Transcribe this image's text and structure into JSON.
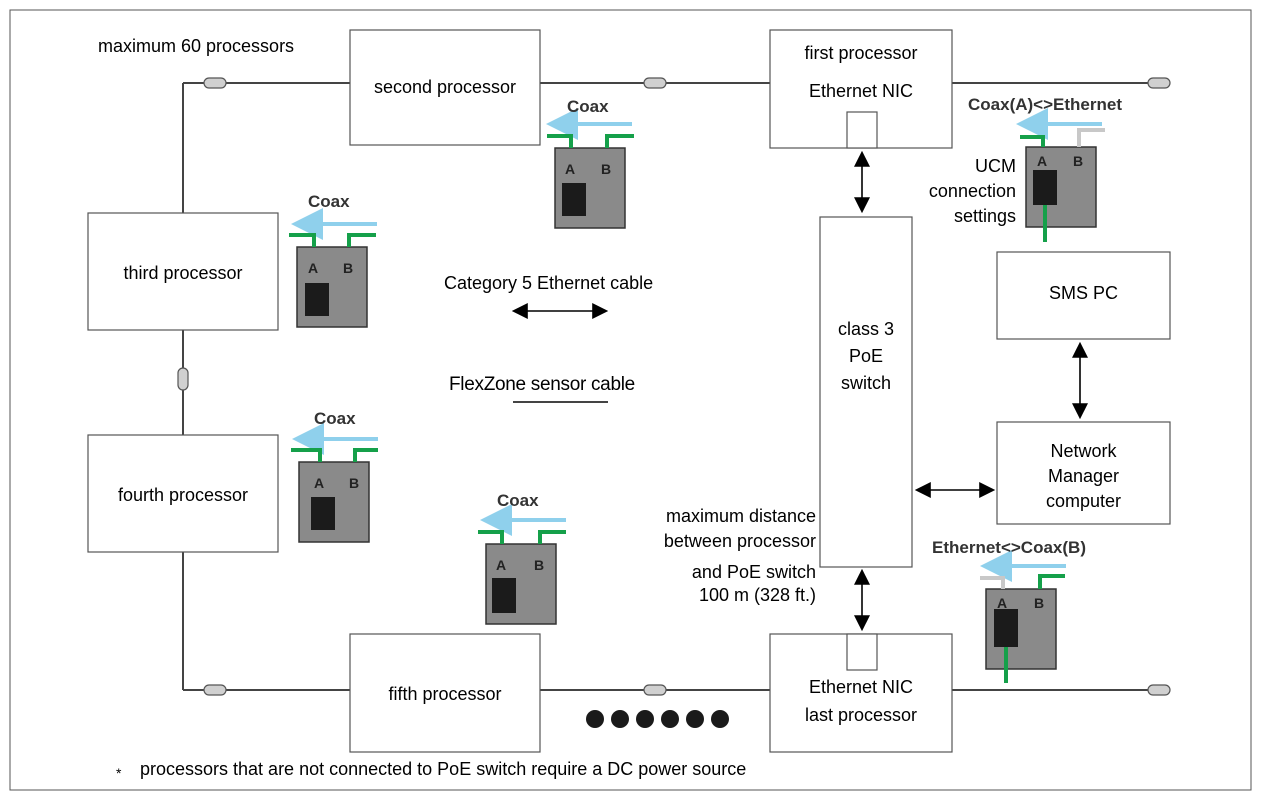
{
  "header": {
    "max_processors": "maximum 60 processors"
  },
  "processors": {
    "first": "first processor",
    "second": "second processor",
    "third": "third processor",
    "fourth": "fourth processor",
    "fifth": "fifth processor",
    "last": "last processor",
    "nic": "Ethernet NIC"
  },
  "switch": {
    "line1": "class 3",
    "line2": "PoE",
    "line3": "switch"
  },
  "sms_pc": "SMS PC",
  "network_manager": {
    "line1": "Network",
    "line2": "Manager",
    "line3": "computer"
  },
  "ucm": {
    "line1": "UCM",
    "line2": "connection",
    "line3": "settings"
  },
  "modules": {
    "coax": "Coax",
    "coax_ethernet": "Coax(A)<>Ethernet",
    "ethernet_coax": "Ethernet<>Coax(B)",
    "port_a": "A",
    "port_b": "B"
  },
  "legend": {
    "ethernet_cable": "Category 5 Ethernet cable",
    "sensor_cable": "FlexZone sensor cable"
  },
  "distance": {
    "line1": "maximum distance",
    "line2": "between processor",
    "line3": "and PoE switch",
    "line4": "100 m (328 ft.)"
  },
  "footnote": {
    "marker": "*",
    "text": "processors that are not connected to PoE switch require a DC power source"
  },
  "colors": {
    "arrow_blue": "#8fd0ec",
    "green": "#15a04a",
    "module_gray": "#8a8a8a",
    "connector": "#c8c8c8"
  }
}
